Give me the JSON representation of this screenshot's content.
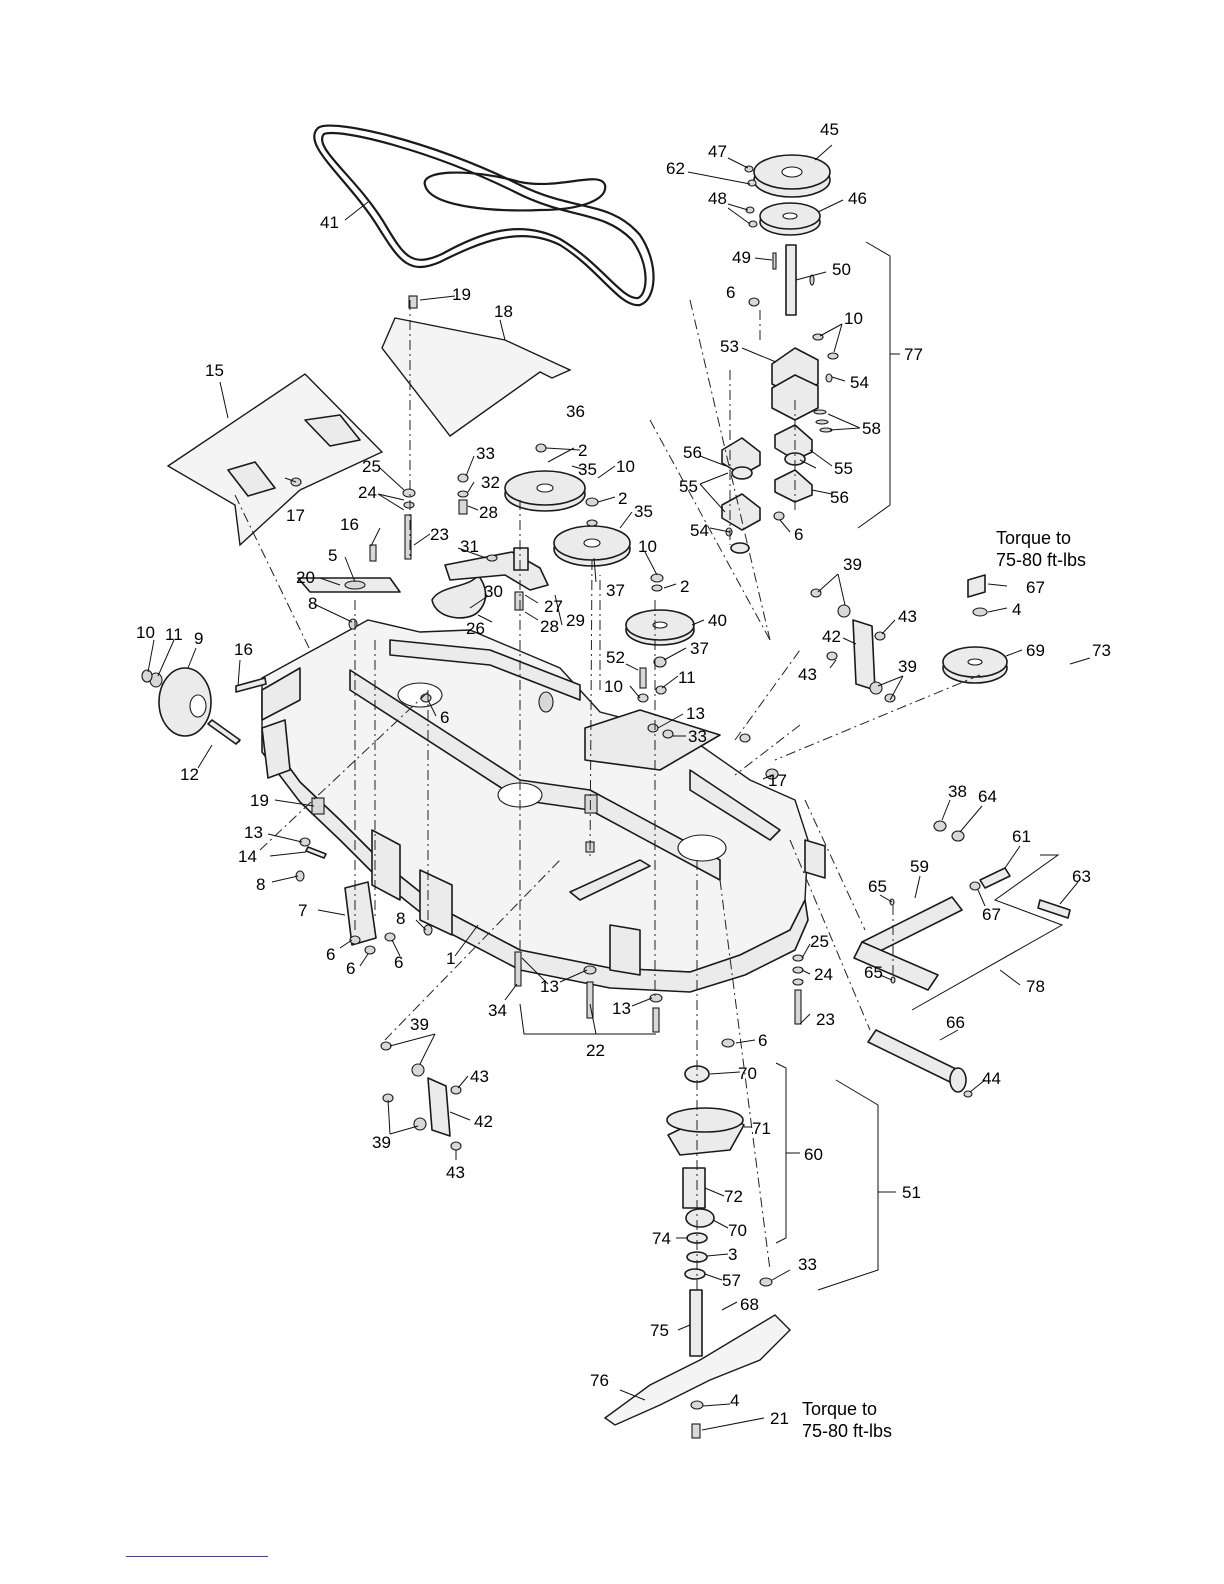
{
  "callouts": {
    "c1": "1",
    "c2a": "2",
    "c2b": "2",
    "c2c": "2",
    "c3": "3",
    "c4a": "4",
    "c4b": "4",
    "c5": "5",
    "c6a": "6",
    "c6b": "6",
    "c6c": "6",
    "c6d": "6",
    "c6e": "6",
    "c6f": "6",
    "c6g": "6",
    "c7": "7",
    "c8a": "8",
    "c8b": "8",
    "c8c": "8",
    "c9": "9",
    "c10a": "10",
    "c10b": "10",
    "c10c": "10",
    "c10d": "10",
    "c10e": "10",
    "c11a": "11",
    "c11b": "11",
    "c12": "12",
    "c13a": "13",
    "c13b": "13",
    "c13c": "13",
    "c13d": "13",
    "c14": "14",
    "c15": "15",
    "c16a": "16",
    "c16b": "16",
    "c17a": "17",
    "c17b": "17",
    "c18": "18",
    "c19a": "19",
    "c19b": "19",
    "c20": "20",
    "c21": "21",
    "c22": "22",
    "c23a": "23",
    "c23b": "23",
    "c24a": "24",
    "c24b": "24",
    "c25a": "25",
    "c25b": "25",
    "c26": "26",
    "c27": "27",
    "c28a": "28",
    "c28b": "28",
    "c29": "29",
    "c30": "30",
    "c31": "31",
    "c32": "32",
    "c33a": "33",
    "c33b": "33",
    "c33c": "33",
    "c34": "34",
    "c35a": "35",
    "c35b": "35",
    "c36": "36",
    "c37a": "37",
    "c37b": "37",
    "c38": "38",
    "c39a": "39",
    "c39b": "39",
    "c39c": "39",
    "c39d": "39",
    "c40": "40",
    "c41": "41",
    "c42a": "42",
    "c42b": "42",
    "c43a": "43",
    "c43b": "43",
    "c43c": "43",
    "c43d": "43",
    "c44": "44",
    "c45": "45",
    "c46": "46",
    "c47": "47",
    "c48": "48",
    "c49": "49",
    "c50": "50",
    "c51": "51",
    "c52": "52",
    "c53": "53",
    "c54a": "54",
    "c54b": "54",
    "c55a": "55",
    "c55b": "55",
    "c56a": "56",
    "c56b": "56",
    "c57": "57",
    "c58": "58",
    "c59": "59",
    "c60": "60",
    "c61": "61",
    "c62": "62",
    "c63": "63",
    "c64": "64",
    "c65a": "65",
    "c65b": "65",
    "c66": "66",
    "c67a": "67",
    "c67b": "67",
    "c68": "68",
    "c69": "69",
    "c70a": "70",
    "c70b": "70",
    "c71": "71",
    "c72": "72",
    "c73": "73",
    "c74": "74",
    "c75": "75",
    "c76": "76",
    "c77": "77",
    "c78": "78"
  },
  "notes": {
    "torque_top_line1": "Torque to",
    "torque_top_line2": "75-80 ft-lbs",
    "torque_bottom_line1": "Torque to",
    "torque_bottom_line2": "75-80 ft-lbs"
  }
}
